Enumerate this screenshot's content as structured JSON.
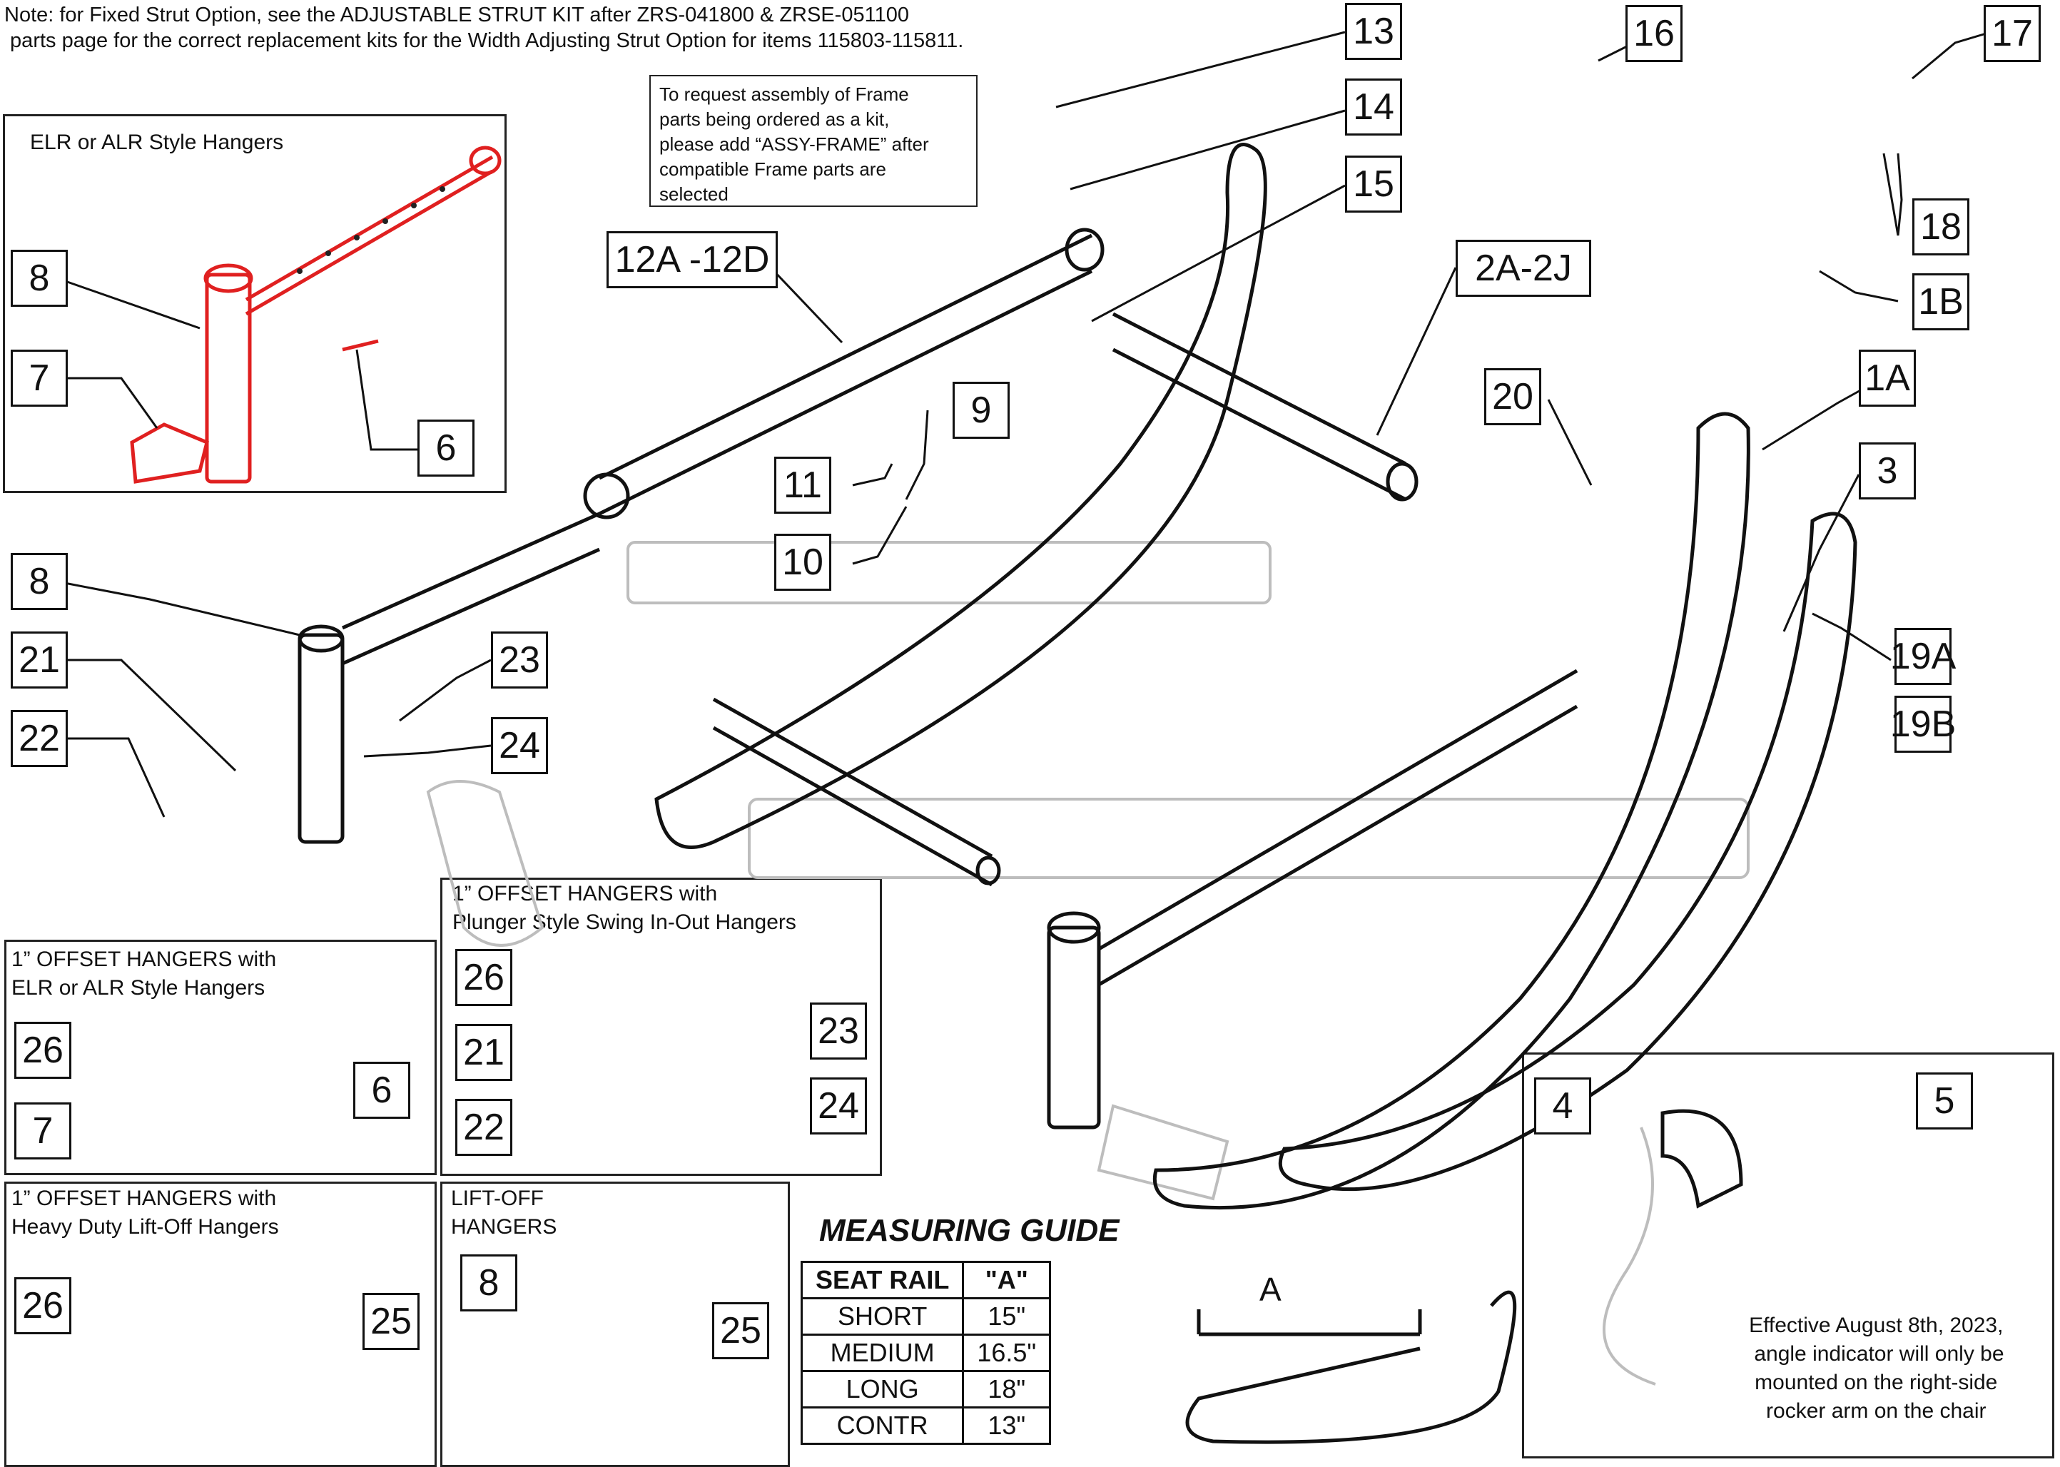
{
  "note": {
    "line1": "Note: for Fixed Strut Option, see the ADJUSTABLE STRUT KIT after ZRS-041800 & ZRSE-051100",
    "line2": " parts page for the correct replacement kits for the Width Adjusting Strut Option for items 115803-115811."
  },
  "request_box": "To request assembly of Frame\nparts being ordered as a kit,\nplease add “ASSY-FRAME” after\ncompatible Frame parts are\nselected",
  "panels": {
    "elr_alr": "ELR or ALR Style Hangers",
    "offset_elr": "1” OFFSET HANGERS with\nELR or ALR Style Hangers",
    "offset_plunger": "1” OFFSET HANGERS with\nPlunger Style Swing In-Out Hangers",
    "offset_heavy": "1” OFFSET HANGERS with\nHeavy Duty Lift-Off Hangers",
    "lift_off": "LIFT-OFF\nHANGERS"
  },
  "callouts": {
    "c13": "13",
    "c14": "14",
    "c15": "15",
    "c16": "16",
    "c17": "17",
    "c18": "18",
    "c1b": "1B",
    "c1a": "1A",
    "c2a2j": "2A-2J",
    "c12a12d": "12A -12D",
    "c20": "20",
    "c3": "3",
    "c19a": "19A",
    "c19b": "19B",
    "c9": "9",
    "c11": "11",
    "c10": "10",
    "c8a": "8",
    "c7a": "7",
    "c6a": "6",
    "c8b": "8",
    "c21a": "21",
    "c22a": "22",
    "c23a": "23",
    "c24a": "24",
    "c26a": "26",
    "c6b": "6",
    "c7b": "7",
    "c26b": "26",
    "c21b": "21",
    "c22b": "22",
    "c23b": "23",
    "c24b": "24",
    "c26c": "26",
    "c25a": "25",
    "c8c": "8",
    "c25b": "25",
    "c4": "4",
    "c5": "5"
  },
  "measuring_guide": {
    "title": "MEASURING GUIDE",
    "headers": [
      "SEAT RAIL",
      "\"A\""
    ],
    "rows": [
      [
        "SHORT",
        "15\""
      ],
      [
        "MEDIUM",
        "16.5\""
      ],
      [
        "LONG",
        "18\""
      ],
      [
        "CONTR",
        "13\""
      ]
    ],
    "dim_label": "A"
  },
  "effective_note": "Effective August 8th, 2023,\n angle indicator will only be\nmounted on the right-side\nrocker arm on the chair",
  "colors": {
    "highlight": "#e02020",
    "ghost": "#bdbdbd",
    "ink": "#111111"
  }
}
